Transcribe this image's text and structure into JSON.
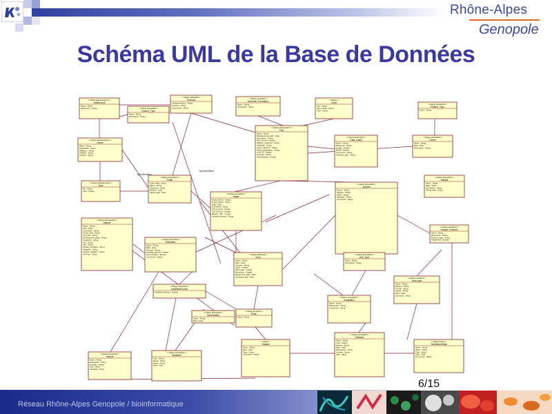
{
  "header": {
    "brand_line1": "Rhône-Alpes",
    "brand_line2": "Genopole",
    "accent_color": "#e06a2a",
    "brand_color": "#3a4aa0"
  },
  "slide": {
    "title": "Schéma UML de la Base de Données",
    "footer": "Réseau Rhône-Alpes Genopole / bioinformatique",
    "page_number": "6/15"
  },
  "diagram": {
    "classes": [
      {
        "stereotype": "<<classe SimpleFeature>>",
        "name": "TextBoxLink",
        "attrs": [
          "Name : String",
          "Description : String"
        ]
      },
      {
        "stereotype": "<<classe attributed>>",
        "name": "Protocol",
        "attrs": [
          "SoftwareVersion : String",
          "Location : String",
          "Commands : String"
        ]
      },
      {
        "stereotype": "<<classe persistant>>",
        "name": "Technical_information",
        "attrs": [
          "Name : String",
          "Description : String"
        ]
      },
      {
        "stereotype": "<<classe>>",
        "name": "Clone",
        "attrs": [
          "Key : String",
          "Name_alias : String",
          "Type : String"
        ]
      },
      {
        "stereotype": "<<classe accessible>>",
        "name": "Feature_Type",
        "attrs": [
          "Name : String"
        ]
      },
      {
        "stereotype": "<<classe accessible>>",
        "name": "Feature_Type",
        "attrs": [
          "Name : String",
          "Description : String"
        ]
      },
      {
        "stereotype": "<<classe authorization>>",
        "name": "Chip",
        "attrs": [
          "Name : String",
          "Manufacturing_date : Date",
          "Description : String",
          "Slot_number : Integer",
          "Surface_treatment : String",
          "Substrate : String",
          "Array_reference : String",
          "Name_preparation : String",
          "Lane_ID : Integer",
          "Operator : String",
          "Normalisation : Double"
        ]
      },
      {
        "stereotype": "<<classe SimpleFeature>>",
        "name": "Owner",
        "attrs": [
          "Name : String",
          "Description : String",
          "Affiliation : String",
          "Address : String",
          "Number : String"
        ]
      },
      {
        "stereotype": "<<classe authorized>>",
        "name": "Data_model",
        "attrs": [
          "Name : String",
          "Parameter : String",
          "Quality : Double",
          "Model : Double",
          "Comments : String",
          "Software_type : String"
        ]
      },
      {
        "stereotype": "<<classe accessible>>",
        "name": "Owner",
        "attrs": [
          "Name : String",
          "Date : Date",
          "Description : String"
        ]
      },
      {
        "stereotype": "<<classe SimpleFeature>>",
        "name": "Type",
        "attrs": [
          "Pin : String",
          "Area : Integer"
        ]
      },
      {
        "stereotype": "<<classe descriptive>>",
        "name": "Probe",
        "attrs": [
          "Code_alias : String",
          "Name : String",
          "Sequence : String",
          "Position : Date",
          "Status_date : Date"
        ]
      },
      {
        "stereotype": "<<classe accessible>>",
        "name": "Sample",
        "attrs": [
          "Name : String",
          "Date : String",
          "Comments : String",
          "Tissue_type : String"
        ]
      },
      {
        "stereotype": "<<classe accessible>>",
        "name": "Target",
        "attrs": [
          "Target_Name : Integer",
          "Target_Name : String",
          "Date : Date",
          "Comments : String",
          "Cy5_amount : Integer",
          "Cy3_amount : Integer",
          "Dilution_ratio : Integer",
          "Labelled_amount : String"
        ]
      },
      {
        "stereotype": "<<classe authorization>>",
        "name": "Sample",
        "attrs": [
          "Name : String",
          "Date : Date",
          "Comments : String",
          "Tissue_type : String",
          "Cell_type : String",
          "Development_stage : String",
          "Treatment : String",
          "Sex : String",
          "Age : String",
          "Growth_condition : String",
          "Organism : String",
          "Genetic_variation : String",
          "Cell_line : String"
        ]
      },
      {
        "stereotype": "<<classe accessible>>",
        "name": "Species",
        "attrs": [
          "Genus : String",
          "Species : String",
          "Strain : String",
          "Serotype : String",
          "Comments : String"
        ]
      },
      {
        "stereotype": "<<classe persistent>>",
        "name": "Sample_Protocol",
        "attrs": [
          "Name : String",
          "Description : String",
          "Protocol_type : String",
          "Parameters : Double",
          "Duration : Date",
          "Temperature : Double",
          "Solution : String"
        ]
      },
      {
        "stereotype": "<<classe accessible>>",
        "name": "Extraction",
        "attrs": [
          "Name : String",
          "Date : Date",
          "Protocol : String",
          "Quantity_amount : Integer",
          "Concentration : Double",
          "Comments : String"
        ]
      },
      {
        "stereotype": "<<classe attributed>>",
        "name": "Scan",
        "attrs": [
          "Name : String",
          "Date : Date",
          "Scanner : String",
          "Laser : Integer",
          "PMT_Gain : Integer",
          "Resolution : Integer",
          "Experiment_date : Date",
          "Scanning_date : Date"
        ]
      },
      {
        "stereotype": "<<classe accessible>>",
        "name": "Unit_Type",
        "attrs": [
          "Name : String",
          "Description : String"
        ]
      },
      {
        "stereotype": "<<classe constraint>>",
        "name": "Patch",
        "attrs": [
          "Name : String"
        ]
      },
      {
        "stereotype": "<<classe accessible>>",
        "name": "AmplifiedProduct",
        "attrs": [
          "Amplified_Amount : Double"
        ]
      },
      {
        "stereotype": "<<classe accessible>>",
        "name": "Hybridization",
        "attrs": [
          "Name : String",
          "Date : Date"
        ]
      },
      {
        "stereotype": "<<classe persistent>>",
        "name": "Data_type",
        "attrs": [
          "Name : String",
          "Filetype : String",
          "Format : String",
          "Owner : String",
          "Date : Date",
          "Comment : String"
        ]
      },
      {
        "stereotype": "<<classe accessible>>",
        "name": "Acquisition",
        "attrs": [
          "Name : String",
          "Parameters : String",
          "Comments : String"
        ]
      },
      {
        "stereotype": "<<classe>>",
        "name": "Dataset",
        "attrs": [
          "Name : String",
          "Date : Date",
          "Type : String",
          "Comments : String"
        ]
      },
      {
        "stereotype": "<<classe accessible>>",
        "name": "Sample",
        "attrs": [
          "Name : String",
          "Description : String",
          "Quantity : Integer",
          "Unit : String",
          "Labelling : String"
        ]
      },
      {
        "stereotype": "<<classe accessible>>",
        "name": "Hardware",
        "attrs": [
          "Type : String",
          "Model : String",
          "Serial : String",
          "Date : Date"
        ]
      },
      {
        "stereotype": "<<classe accessible>>",
        "name": "Software",
        "attrs": [
          "Name : String",
          "Type : String",
          "Version : String",
          "Date : Date",
          "Parameters : String",
          "License : String",
          "URL : String"
        ]
      },
      {
        "stereotype": "<<stable classe>>",
        "name": "NormalizedData",
        "attrs": [
          "Name : String",
          "Value : String",
          "Type : String",
          "Date : Date",
          "Comments : String"
        ]
      }
    ],
    "visible_labels": [
      "Type/Identifiant",
      "Type/Identifiant"
    ]
  }
}
